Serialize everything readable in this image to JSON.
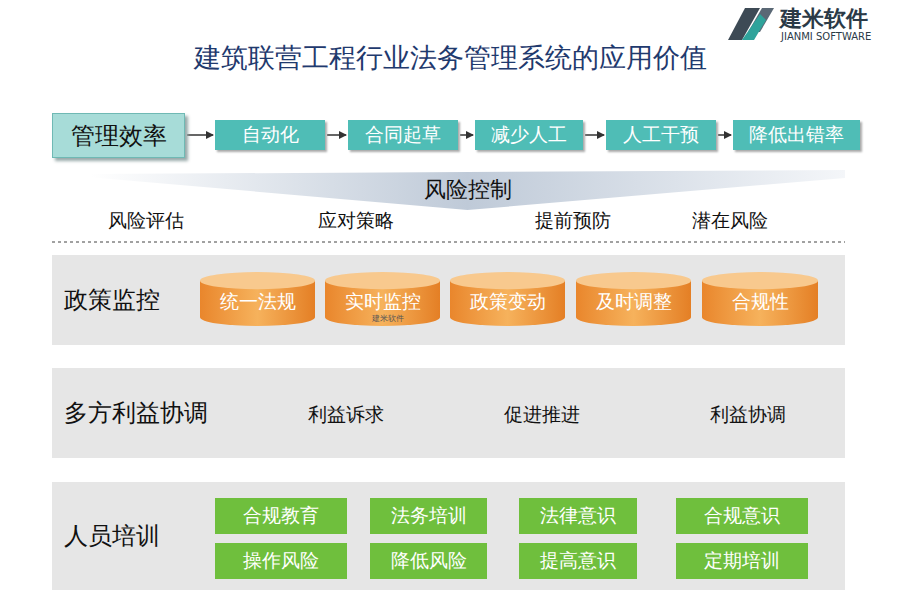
{
  "diagram": {
    "title": "建筑联营工程行业法务管理系统的应用价值",
    "nodes": [
      {
        "text": [
          "管理效率"
        ]
      },
      {
        "text": [
          "自动化"
        ]
      },
      {
        "text": [
          "合同起草"
        ]
      },
      {
        "text": [
          "减少人工"
        ]
      },
      {
        "text": [
          "人工干预"
        ]
      },
      {
        "text": [
          "降低出错率"
        ]
      },
      {
        "text": [
          "风险控制"
        ]
      },
      {
        "text": [
          "政策监控"
        ]
      },
      {
        "text": [
          "统一法规"
        ],
        "in": 7
      },
      {
        "text": [
          "实时监控"
        ],
        "in": 7
      },
      {
        "text": [
          "政策变动"
        ],
        "in": 7
      },
      {
        "text": [
          "及时调整"
        ],
        "in": 7
      },
      {
        "text": [
          "合规性"
        ],
        "in": 7
      },
      {
        "text": [
          "多方利益协调"
        ]
      },
      {
        "text": [
          "人员培训"
        ]
      },
      {
        "text": [
          "合规教育"
        ],
        "in": 14
      },
      {
        "text": [
          "法务培训"
        ],
        "in": 14
      },
      {
        "text": [
          "法律意识"
        ],
        "in": 14
      },
      {
        "text": [
          "合规意识"
        ],
        "in": 14
      },
      {
        "text": [
          "操作风险"
        ],
        "in": 14
      },
      {
        "text": [
          "降低风险"
        ],
        "in": 14
      },
      {
        "text": [
          "提高意识"
        ],
        "in": 14
      },
      {
        "text": [
          "定期培训"
        ],
        "in": 14
      }
    ],
    "edges": [
      {
        "from": 0,
        "to": 1,
        "arrow": "to"
      },
      {
        "from": 1,
        "to": 2,
        "arrow": "to"
      },
      {
        "from": 2,
        "to": 3,
        "arrow": "to"
      },
      {
        "from": 3,
        "to": 4,
        "arrow": "to"
      },
      {
        "from": 4,
        "to": 5,
        "arrow": "to"
      }
    ],
    "labels": [
      "建米软件",
      "JIANMI SOFTWARE",
      "风险评估",
      "应对策略",
      "提前预防",
      "潜在风险",
      "建米软件",
      "利益诉求",
      "促进推进",
      "利益协调"
    ]
  }
}
